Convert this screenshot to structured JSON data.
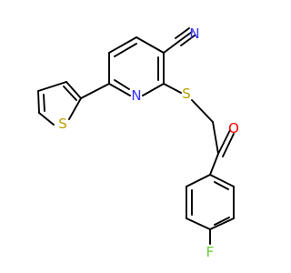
{
  "molecule": {
    "atoms": {
      "nitrile_n": "N",
      "pyridine_n": "N",
      "thioether_s": "S",
      "thiophene_s": "S",
      "carbonyl_o": "O",
      "fluorine": "F"
    },
    "colors": {
      "N": "#3333ff",
      "S": "#b8a000",
      "O": "#ff0000",
      "F": "#66cc33",
      "bond": "#000000"
    }
  }
}
